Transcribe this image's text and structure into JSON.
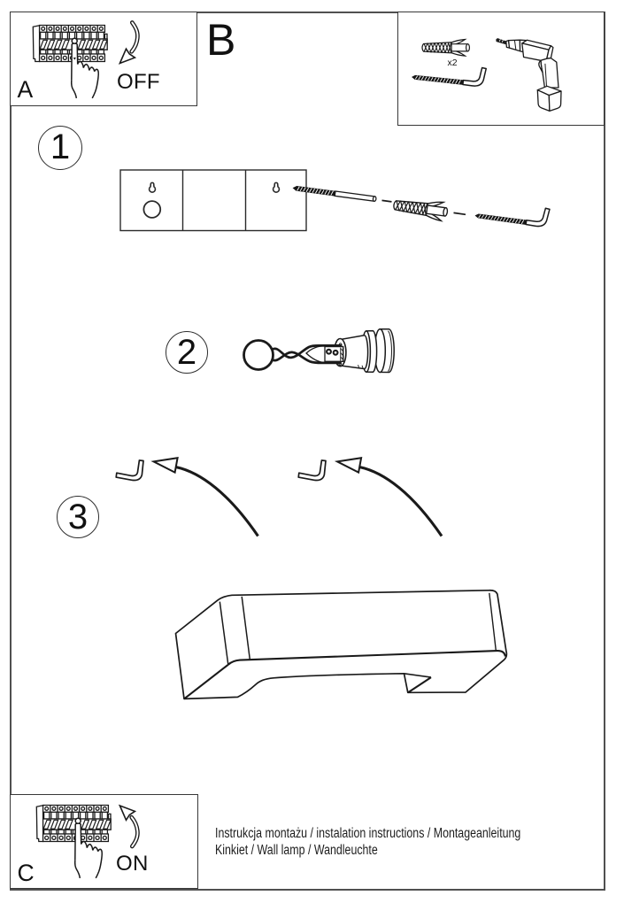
{
  "page": {
    "background": "#ffffff",
    "border_color": "#505050",
    "ink_color": "#1a1a1a"
  },
  "boxes": {
    "a": {
      "label": "A",
      "action_label": "OFF"
    },
    "b": {
      "label": "B",
      "quantity_label": "x2"
    },
    "c": {
      "label": "C",
      "action_label": "ON"
    }
  },
  "steps": {
    "step1": {
      "number": "1"
    },
    "step2": {
      "number": "2"
    },
    "step3": {
      "number": "3"
    }
  },
  "footer": {
    "line1": "Instrukcja montażu / instalation instructions / Montageanleitung",
    "line2": "Kinkiet / Wall lamp / Wandleuchte"
  }
}
